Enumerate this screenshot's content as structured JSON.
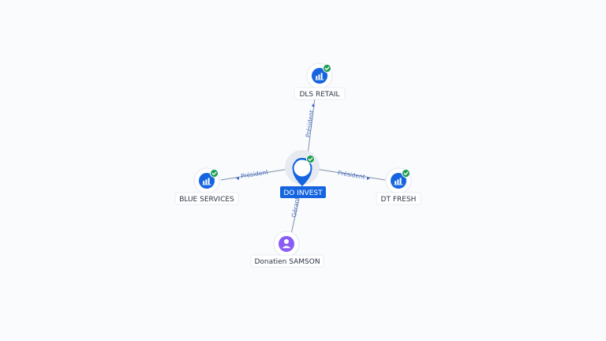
{
  "nodes": {
    "center": {
      "label": "DO INVEST"
    },
    "top": {
      "label": "DLS RETAIL"
    },
    "left": {
      "label": "BLUE SERVICES"
    },
    "right": {
      "label": "DT FRESH"
    },
    "bottom": {
      "label": "Donatien SAMSON"
    }
  },
  "edges": {
    "top": {
      "label": "Président"
    },
    "left": {
      "label": "Président"
    },
    "right": {
      "label": "Président"
    },
    "bottom": {
      "label": "Gérant"
    }
  },
  "colors": {
    "company": "#1565e0",
    "verified": "#1f9d55",
    "person": "#8a5cf6",
    "edge": "#7e8fa6"
  },
  "icons": {
    "company": "building-chart-icon",
    "verified": "check-badge-icon",
    "person": "person-icon"
  }
}
